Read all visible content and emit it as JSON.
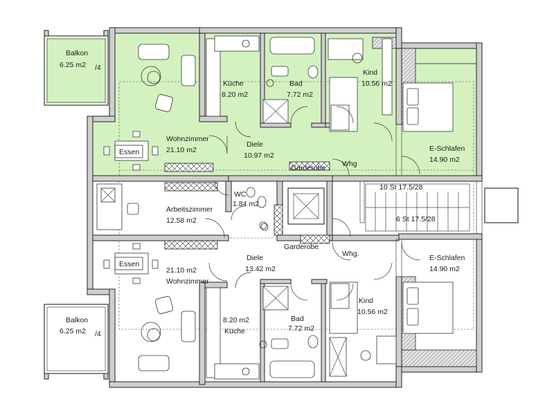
{
  "colors": {
    "highlight": "#d4f2c0",
    "wall": "#cfcfcf",
    "line": "#222222",
    "background": "#ffffff"
  },
  "upper_unit": {
    "balkon": {
      "name": "Balkon",
      "area": "6.25 m2",
      "suffix": "/4"
    },
    "kueche": {
      "name": "Küche",
      "area": "8.20 m2"
    },
    "bad": {
      "name": "Bad",
      "area": "7.72 m2"
    },
    "kind": {
      "name": "Kind",
      "area": "10.56 m2"
    },
    "wohnzimmer": {
      "name": "Wohnzimmer",
      "area": "21.10 m2"
    },
    "essen": {
      "name": "Essen"
    },
    "diele": {
      "name": "Diele",
      "area": "10.97 m2"
    },
    "schlafen": {
      "name": "E-Schlafen",
      "area": "14.90 m2"
    },
    "garderobe": {
      "name": "Garderobe"
    },
    "whg": {
      "name": "Whg"
    }
  },
  "core": {
    "wc": {
      "name": "WC",
      "area": "1.84 m2"
    },
    "arbeitszimmer": {
      "name": "Arbeitszimmer",
      "area": "12.58 m2"
    },
    "stair_top": "10 St 17.5/28",
    "stair_bottom": "6 St 17.5/28"
  },
  "lower_unit": {
    "essen": {
      "name": "Essen"
    },
    "wohnzimmer": {
      "name": "Wohnzimmer",
      "area": "21.10 m2"
    },
    "diele": {
      "name": "Diele",
      "area": "13.42 m2"
    },
    "garderobe": {
      "name": "Garderobe"
    },
    "whg": {
      "name": "Whg."
    },
    "schlafen": {
      "name": "E-Schlafen",
      "area": "14.90 m2"
    },
    "bad": {
      "name": "Bad",
      "area": "7.72 m2"
    },
    "kind": {
      "name": "Kind",
      "area": "10.56 m2"
    },
    "kueche": {
      "name": "Küche",
      "area": "8.20 m2"
    },
    "balkon": {
      "name": "Balkon",
      "area": "6.25 m2",
      "suffix": "/4"
    }
  }
}
